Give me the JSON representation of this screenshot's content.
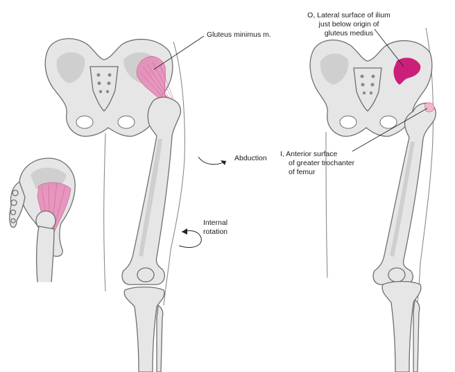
{
  "labels": {
    "muscle": "Gluteus minimus m.",
    "origin": [
      "O, Lateral surface of ilium",
      "just below origin of",
      "gluteus medius"
    ],
    "insertion": [
      "I, Anterior surface",
      "of greater trochanter",
      "of femur"
    ],
    "action_abduction": "Abduction",
    "action_rotation": [
      "Internal",
      "rotation"
    ]
  },
  "colors": {
    "muscle": "#e88ab8",
    "origin_area": "#cc1f7a",
    "insertion_area": "#f2b6cf",
    "bone": "#e6e6e6",
    "bone_outline": "#6e6e6e"
  }
}
